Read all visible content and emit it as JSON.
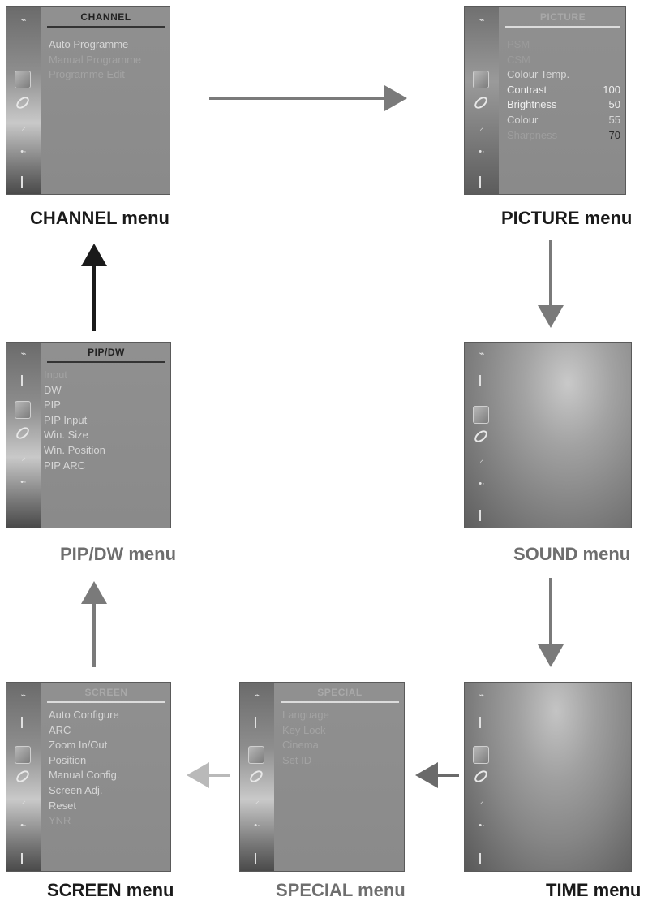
{
  "menus": {
    "channel": {
      "title": "CHANNEL",
      "caption": "CHANNEL menu",
      "items": [
        "Auto Programme",
        "Manual Programme",
        "Programme Edit"
      ]
    },
    "picture": {
      "title": "PICTURE",
      "caption": "PICTURE menu",
      "items": [
        {
          "label": "PSM",
          "value": ""
        },
        {
          "label": "CSM",
          "value": ""
        },
        {
          "label": "Colour Temp.",
          "value": ""
        },
        {
          "label": "Contrast",
          "value": "100"
        },
        {
          "label": "Brightness",
          "value": "50"
        },
        {
          "label": "Colour",
          "value": "55"
        },
        {
          "label": "Sharpness",
          "value": "70"
        }
      ]
    },
    "sound": {
      "caption": "SOUND menu"
    },
    "time": {
      "caption": "TIME menu"
    },
    "pipdw": {
      "title": "PIP/DW",
      "caption": "PIP/DW menu",
      "items": [
        "Input",
        "DW",
        "PIP",
        "PIP Input",
        "Win. Size",
        "Win. Position",
        "PIP ARC"
      ]
    },
    "screen": {
      "title": "SCREEN",
      "caption": "SCREEN menu",
      "items": [
        "Auto Configure",
        "ARC",
        "Zoom In/Out",
        "Position",
        "Manual Config.",
        "Screen Adj.",
        "Reset",
        "YNR"
      ]
    },
    "special": {
      "title": "SPECIAL",
      "caption": "SPECIAL menu",
      "items": [
        "Language",
        "Key Lock",
        "Cinema",
        "Set ID"
      ]
    }
  },
  "colors": {
    "arrow_gray": "#7a7a7a",
    "arrow_dark": "#1a1a1a",
    "arrow_light": "#b9b9b9",
    "caption_dark": "#1a1a1a",
    "caption_gray": "#6e6e6e"
  }
}
